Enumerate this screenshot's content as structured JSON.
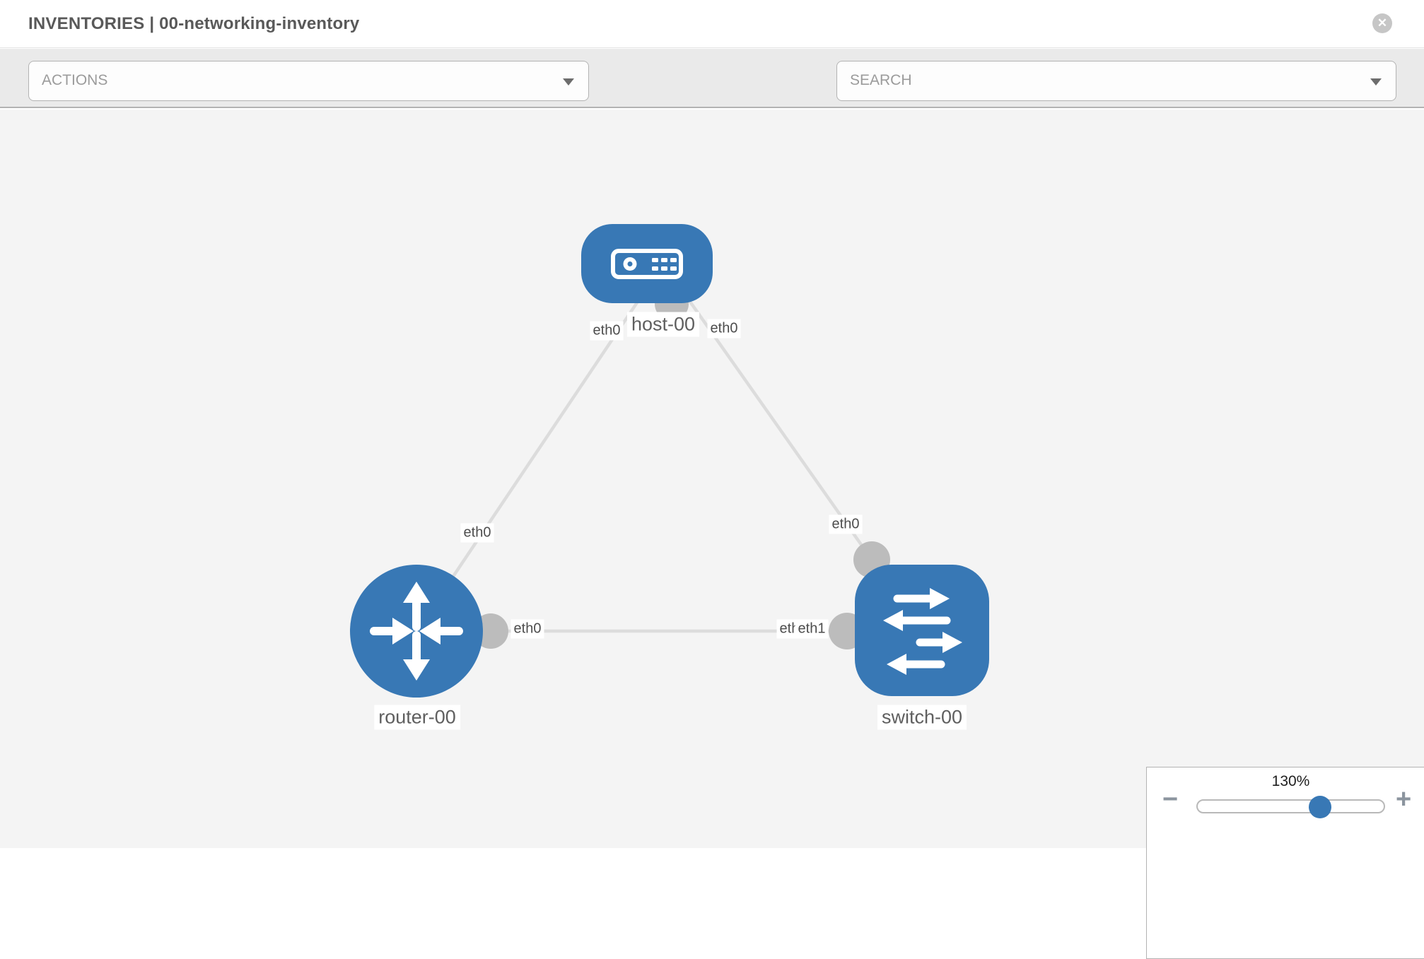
{
  "header": {
    "title": "INVENTORIES | 00-networking-inventory"
  },
  "toolbar": {
    "actions_label": "ACTIONS",
    "search_placeholder": "SEARCH"
  },
  "icons": {
    "header_close": "close-icon",
    "toolbar_buttons": [
      "wrench-icon",
      "key-icon"
    ],
    "dropdown_caret": "chevron-down-icon"
  },
  "topology": {
    "nodes": [
      {
        "id": "host-00",
        "type": "host",
        "label": "host-00"
      },
      {
        "id": "router-00",
        "type": "router",
        "label": "router-00"
      },
      {
        "id": "switch-00",
        "type": "switch",
        "label": "switch-00"
      }
    ],
    "links": [
      {
        "from": "host-00",
        "to": "router-00",
        "from_interface": "eth0",
        "to_interface": "eth0"
      },
      {
        "from": "host-00",
        "to": "switch-00",
        "from_interface": "eth0",
        "to_interface": "eth0"
      },
      {
        "from": "router-00",
        "to": "switch-00",
        "from_interface": "eth0",
        "to_interface": "eth1"
      }
    ],
    "interface_labels": [
      {
        "text": "eth0"
      },
      {
        "text": "eth0"
      },
      {
        "text": "eth0"
      },
      {
        "text": "eth0"
      },
      {
        "text": "eth0"
      },
      {
        "text": "eth1"
      },
      {
        "text": "eth1"
      }
    ]
  },
  "zoom_control": {
    "level": "130%",
    "minus_label": "−",
    "plus_label": "+"
  },
  "colors": {
    "node_blue": "#3878b5",
    "link_gray": "#dcdcdc",
    "endpoint_gray": "#bcbcbc",
    "canvas_bg": "#f4f4f4",
    "toolbar_bg": "#eaeaea"
  }
}
